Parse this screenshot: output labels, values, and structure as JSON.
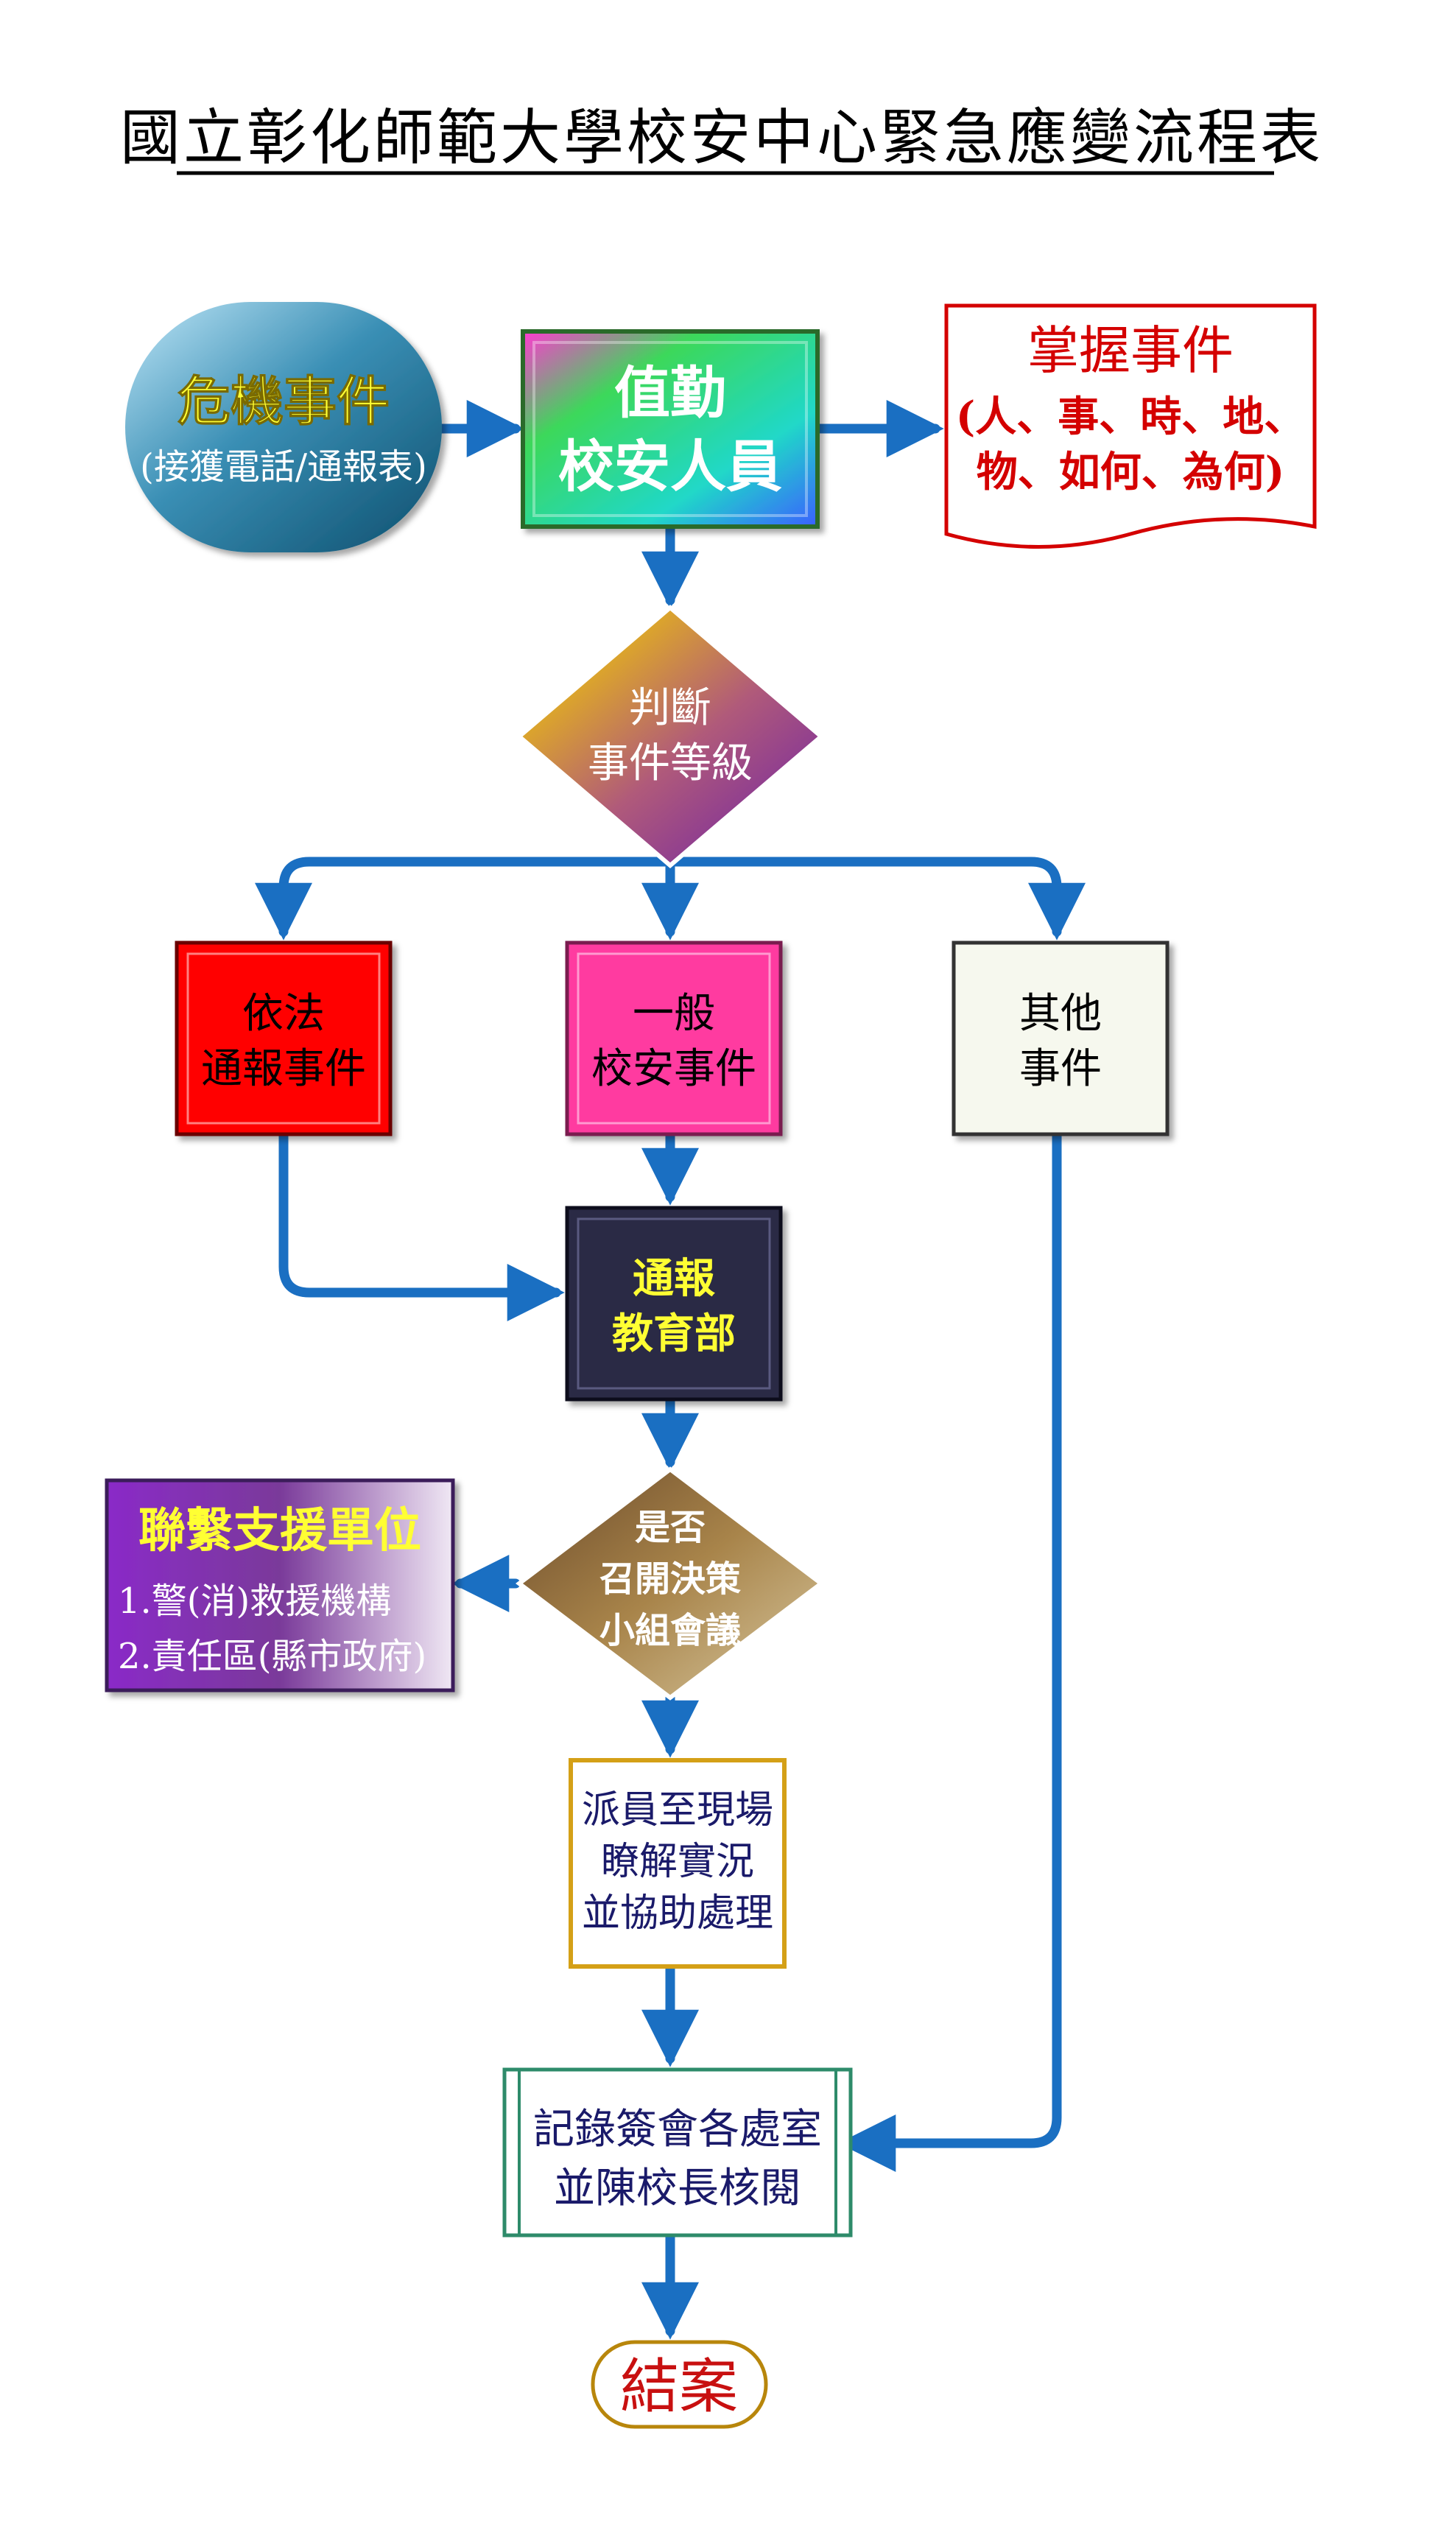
{
  "title": "國立彰化師範大學校安中心緊急應變流程表",
  "nodes": {
    "crisis": {
      "label": "危機事件",
      "sub": "(接獲電話/通報表)"
    },
    "duty": {
      "line1": "值勤",
      "line2": "校安人員"
    },
    "grasp": {
      "title": "掌握事件",
      "line1": "(人、事、時、地、",
      "line2": "物、如何、為何)"
    },
    "judge": {
      "line1": "判斷",
      "line2": "事件等級"
    },
    "legal": {
      "line1": "依法",
      "line2": "通報事件"
    },
    "general": {
      "line1": "一般",
      "line2": "校安事件"
    },
    "other": {
      "line1": "其他",
      "line2": "事件"
    },
    "notify": {
      "line1": "通報",
      "line2": "教育部"
    },
    "decide": {
      "line1": "是否",
      "line2": "召開決策",
      "line3": "小組會議"
    },
    "support": {
      "title": "聯繫支援單位",
      "item1": "1.警(消)救援機構",
      "item2": "2.責任區(縣市政府)"
    },
    "dispatch": {
      "line1": "派員至現場",
      "line2": "瞭解實況",
      "line3": "並協助處理"
    },
    "record": {
      "line1": "記錄簽會各處室",
      "line2": "並陳校長核閱"
    },
    "close": {
      "label": "結案"
    }
  },
  "colors": {
    "arrow": "#1a6fc2",
    "title_text": "#000000",
    "grasp_text": "#d40000",
    "yellow_text": "#ffff33",
    "record_border": "#2e8b6a",
    "close_border": "#b8860b",
    "dispatch_border": "#d4a017"
  }
}
